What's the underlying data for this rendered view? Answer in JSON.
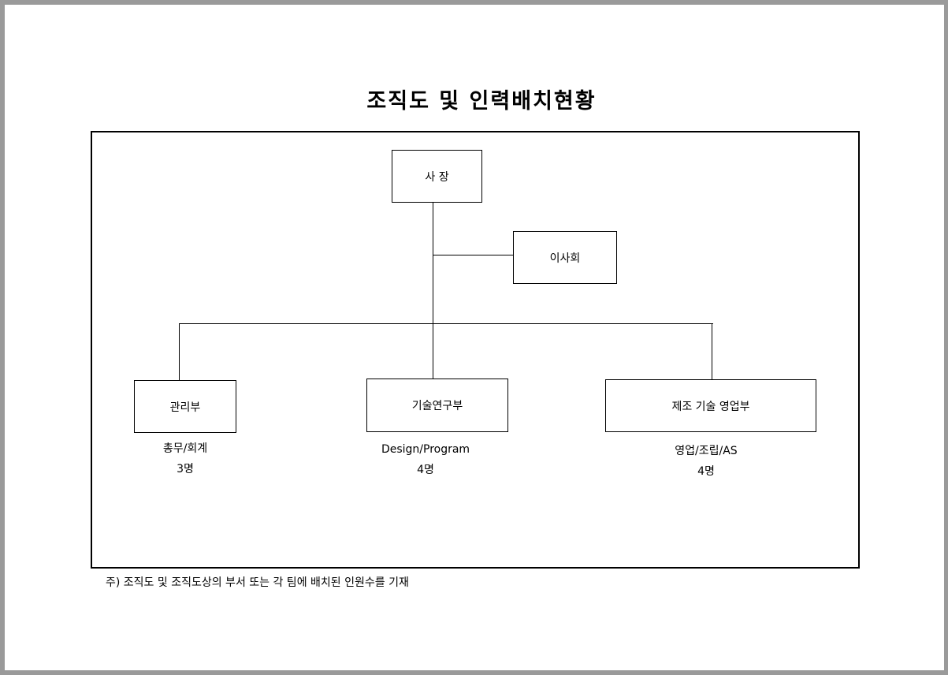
{
  "title": "조직도 및 인력배치현황",
  "org": {
    "ceo": "사 장",
    "board": "이사회",
    "departments": [
      {
        "name": "관리부",
        "role": "총무/회계",
        "headcount": "3명"
      },
      {
        "name": "기술연구부",
        "role": "Design/Program",
        "headcount": "4명"
      },
      {
        "name": "제조 기술 영업부",
        "role": "영업/조립/AS",
        "headcount": "4명"
      }
    ]
  },
  "footnote": "주) 조직도 및 조직도상의 부서 또는 각 팀에 배치된 인원수를 기재"
}
